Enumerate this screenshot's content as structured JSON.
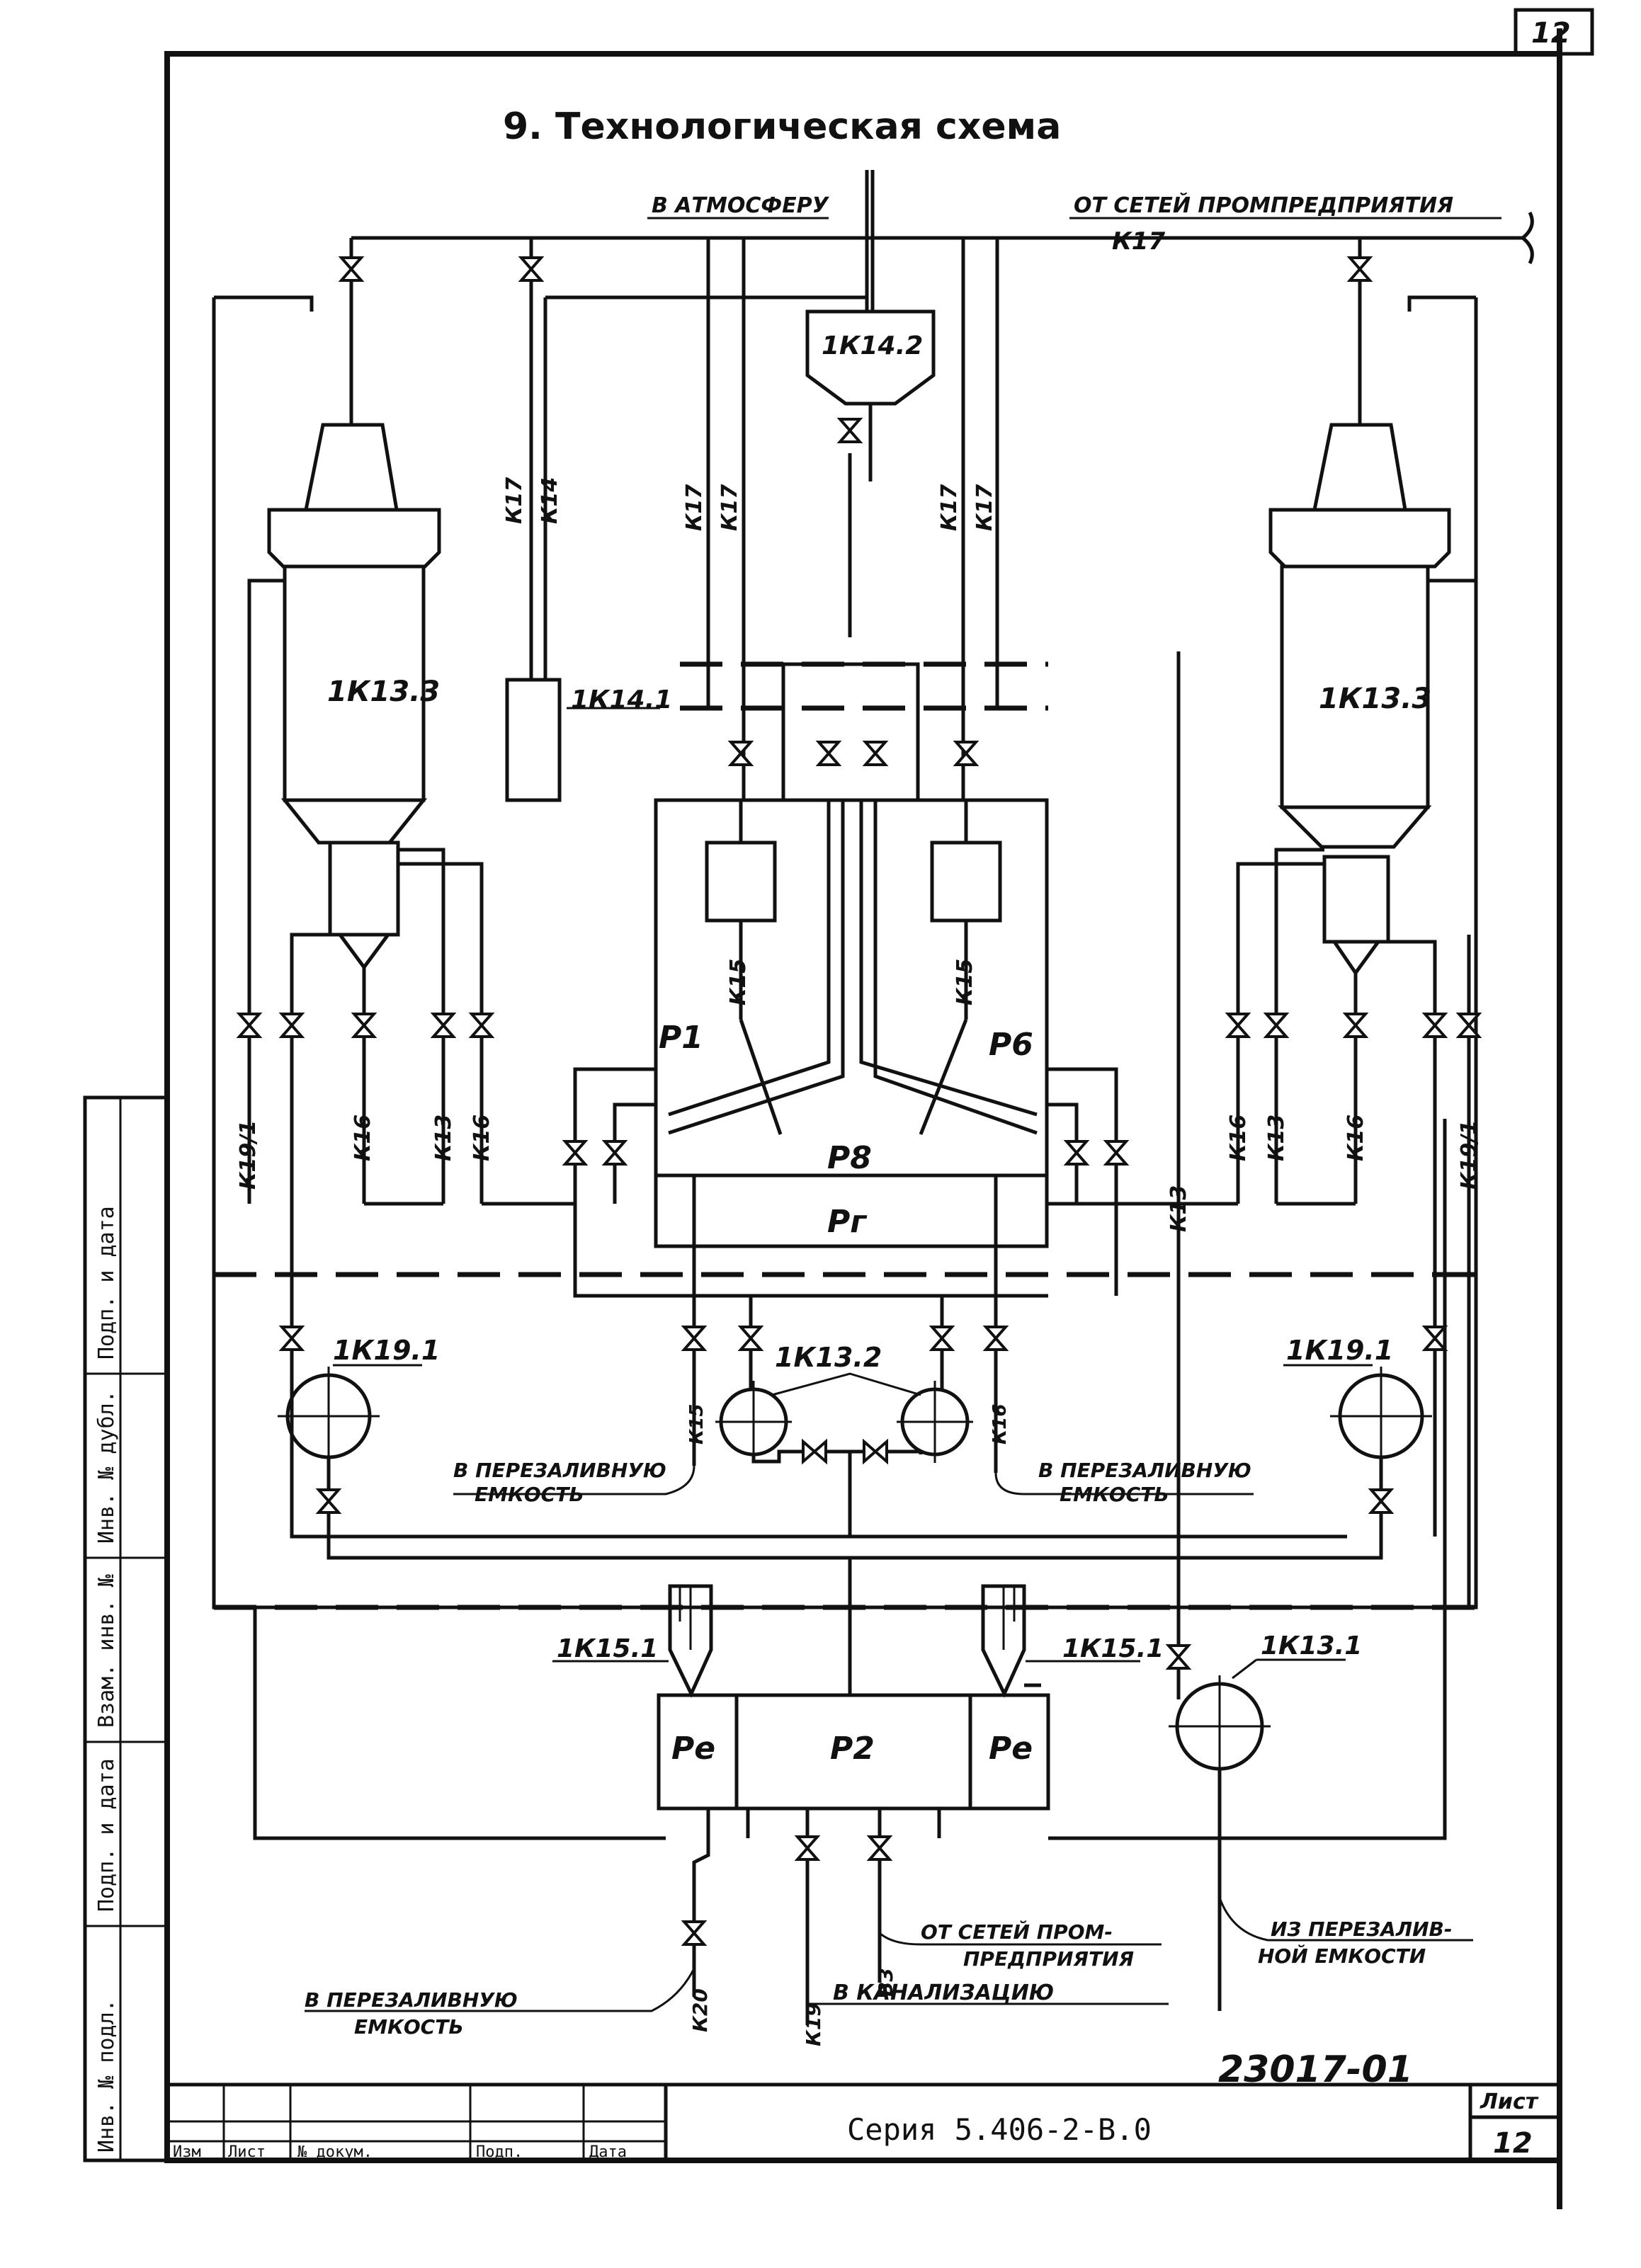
{
  "sheet_number_corner": "12",
  "title": "9.  Технологическая  схема",
  "pipe_labels": {
    "to_atmosphere": "В АТМОСФЕРУ",
    "from_enterprise_networks": "ОТ СЕТЕЙ  ПРОМПРЕДПРИЯТИЯ",
    "k17_main": "К17",
    "k17": "К17",
    "k14": "К14",
    "k15": "К15",
    "k16": "К16",
    "k13": "К13",
    "k19_11": "К19/1",
    "b3": "В3",
    "k20": "К20",
    "k19": "К19"
  },
  "equipment": {
    "filter_left": "1К13.3",
    "filter_right": "1К13.3",
    "cyclone": "1К14.2",
    "tank_small": "1К14.1",
    "pump_left": "1К19.1",
    "pump_right": "1К19.1",
    "pumps_center": "1К13.2",
    "pump_bottom": "1К13.1",
    "hopper_left": "1К15.1",
    "hopper_right": "1К15.1"
  },
  "zones": {
    "p1": "Р1",
    "p6": "Р6",
    "p8": "Р8",
    "pr": "Рг",
    "pe_left": "Ре",
    "pe_right": "Ре",
    "p2": "Р2"
  },
  "notes": {
    "to_refill_left_1": "В ПЕРЕЗАЛИВНУЮ",
    "to_refill_left_2": "ЕМКОСТЬ",
    "to_refill_right_1": "В ПЕРЕЗАЛИВНУЮ",
    "to_refill_right_2": "ЕМКОСТЬ",
    "from_networks_1": "ОТ СЕТЕЙ  ПРОМ-",
    "from_networks_2": "ПРЕДПРИЯТИЯ",
    "from_refill_1": "ИЗ ПЕРЕЗАЛИВ-",
    "from_refill_2": "НОЙ ЕМКОСТИ",
    "to_refill_bottom_1": "В ПЕРЕЗАЛИВНУЮ",
    "to_refill_bottom_2": "ЕМКОСТЬ",
    "to_sewer": "В КАНАЛИЗАЦИЮ"
  },
  "drawing_number": "23017-01",
  "stamp": {
    "series": "Серия 5.406-2-В.0",
    "sheet_label": "Лист",
    "sheet_value": "12",
    "cols": [
      "Изм",
      "Лист",
      "№ докум.",
      "Подп.",
      "Дата"
    ],
    "side": [
      "Инв. № подл.",
      "Подп. и дата",
      "Взам. инв. №",
      "Инв. № дубл.",
      "Подп. и дата"
    ]
  }
}
